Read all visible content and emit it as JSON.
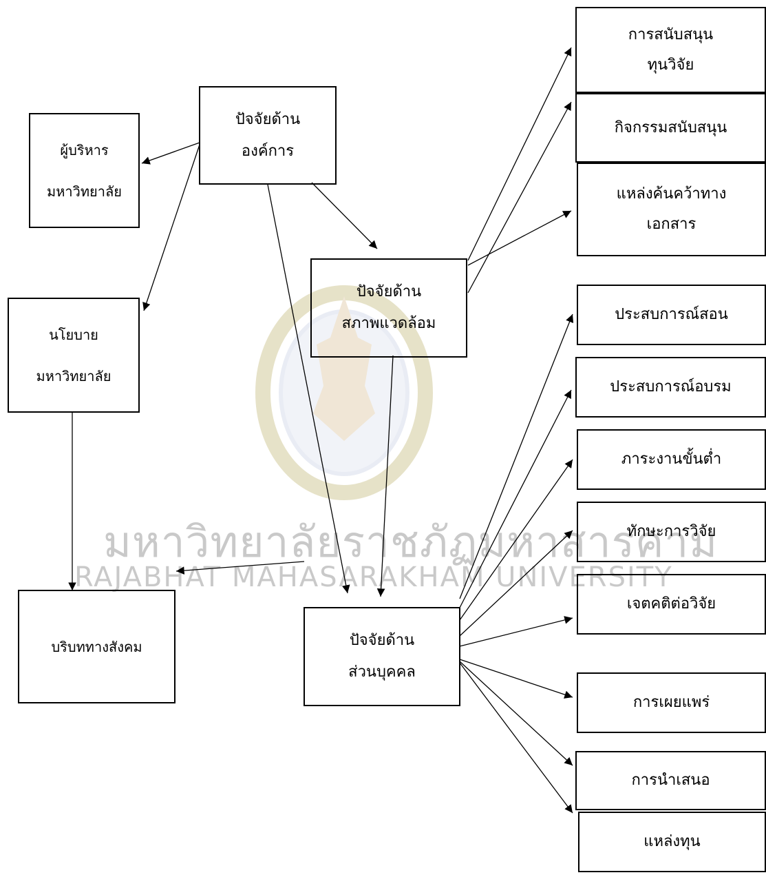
{
  "watermark": {
    "text_th": "มหาวิทยาลัยราชภัฏมหาสารคาม",
    "text_en": "RAJABHAT MAHASARAKHAM UNIVERSITY"
  },
  "nodes": {
    "org": {
      "lines": [
        "ปัจจัยด้าน",
        "องค์การ"
      ]
    },
    "env": {
      "lines": [
        "ปัจจัยด้าน",
        "สภาพแวดล้อม"
      ]
    },
    "personal": {
      "lines": [
        "ปัจจัยด้าน",
        "ส่วนบุคคล"
      ]
    },
    "admin": {
      "lines": [
        "ผู้บริหาร",
        "มหาวิทยาลัย"
      ]
    },
    "policy": {
      "lines": [
        "นโยบาย",
        "มหาวิทยาลัย"
      ]
    },
    "social": {
      "lines": [
        "บริบททางสังคม"
      ]
    },
    "fund_support": {
      "lines": [
        "การสนับสนุน",
        "ทุนวิจัย"
      ]
    },
    "activity": {
      "lines": [
        "กิจกรรมสนับสนุน"
      ]
    },
    "doc_source": {
      "lines": [
        "แหล่งค้นคว้าทาง",
        "เอกสาร"
      ]
    },
    "teach": {
      "lines": [
        "ประสบการณ์สอน"
      ]
    },
    "train": {
      "lines": [
        "ประสบการณ์อบรม"
      ]
    },
    "workload": {
      "lines": [
        "ภาระงานขั้นต่ำ"
      ]
    },
    "skill": {
      "lines": [
        "ทักษะการวิจัย"
      ]
    },
    "attitude": {
      "lines": [
        "เจตคติต่อวิจัย"
      ]
    },
    "publish": {
      "lines": [
        "การเผยแพร่"
      ]
    },
    "present": {
      "lines": [
        "การนำเสนอ"
      ]
    },
    "fund_source": {
      "lines": [
        "แหล่งทุน"
      ]
    }
  },
  "edges": [
    {
      "from": "org",
      "to": "admin"
    },
    {
      "from": "org",
      "to": "policy"
    },
    {
      "from": "org",
      "to": "env"
    },
    {
      "from": "org",
      "to": "personal"
    },
    {
      "from": "env",
      "to": "fund_support"
    },
    {
      "from": "env",
      "to": "activity"
    },
    {
      "from": "env",
      "to": "doc_source"
    },
    {
      "from": "env",
      "to": "personal"
    },
    {
      "from": "policy",
      "to": "social"
    },
    {
      "from": "personal",
      "to": "social"
    },
    {
      "from": "personal",
      "to": "teach"
    },
    {
      "from": "personal",
      "to": "train"
    },
    {
      "from": "personal",
      "to": "workload"
    },
    {
      "from": "personal",
      "to": "skill"
    },
    {
      "from": "personal",
      "to": "attitude"
    },
    {
      "from": "personal",
      "to": "publish"
    },
    {
      "from": "personal",
      "to": "present"
    },
    {
      "from": "personal",
      "to": "fund_source"
    }
  ],
  "colors": {
    "stroke": "#000000",
    "watermark": "#c9c9c9"
  }
}
